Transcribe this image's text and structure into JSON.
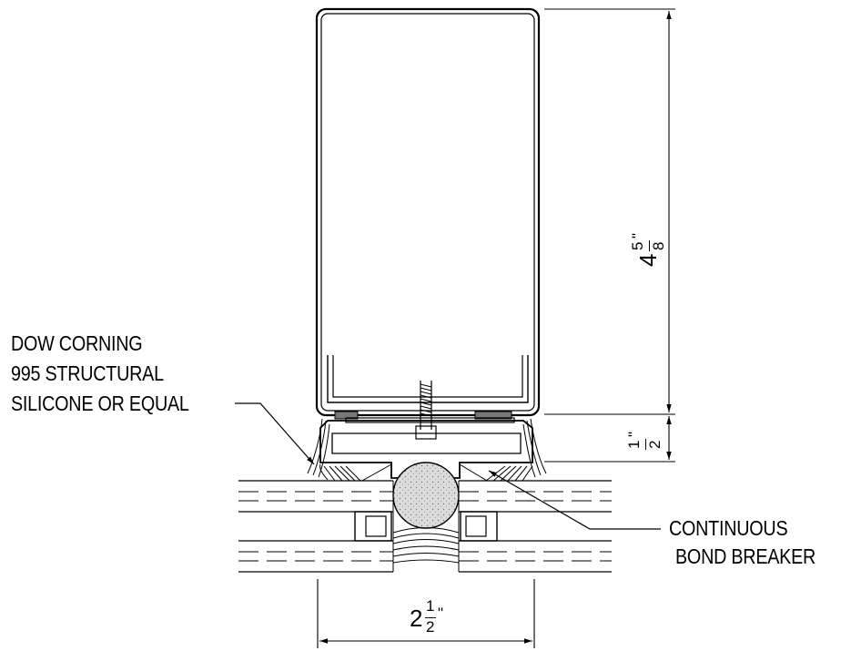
{
  "labels": {
    "sealant_line1": "DOW CORNING",
    "sealant_line2": "995 STRUCTURAL",
    "sealant_line3": "SILICONE OR EQUAL",
    "breaker_line1": "CONTINUOUS",
    "breaker_line2": "BOND BREAKER"
  },
  "dimensions": {
    "height": {
      "whole": "4",
      "num": "5",
      "den": "8",
      "unit": "\""
    },
    "gap": {
      "num": "1",
      "den": "2",
      "unit": "\""
    },
    "width": {
      "whole": "2",
      "num": "1",
      "den": "2",
      "unit": "\""
    }
  }
}
